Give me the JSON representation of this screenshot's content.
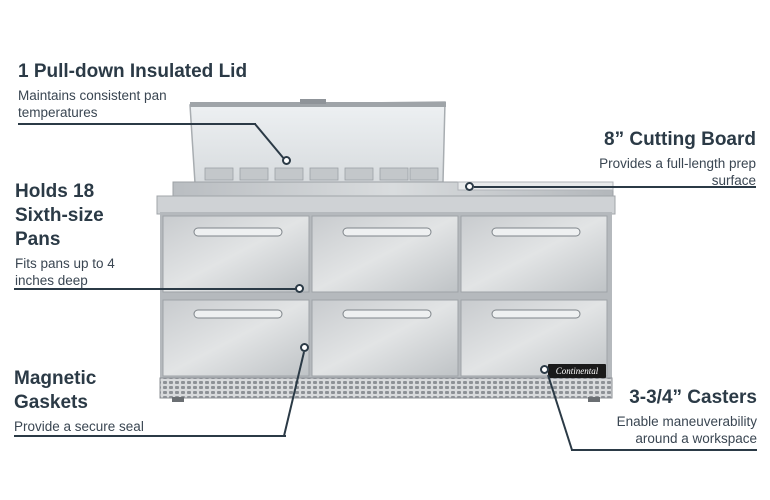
{
  "callouts": {
    "lid": {
      "title": "1 Pull-down Insulated Lid",
      "desc": "Maintains consistent pan temperatures"
    },
    "pans": {
      "title": "Holds 18 Sixth-size Pans",
      "desc": "Fits pans up to 4 inches deep"
    },
    "gaskets": {
      "title": "Magnetic Gaskets",
      "desc": "Provide a secure seal"
    },
    "board": {
      "title": "8” Cutting Board",
      "desc": "Provides a full-length prep surface"
    },
    "casters": {
      "title": "3-3/4” Casters",
      "desc": "Enable maneuverability around a workspace"
    }
  },
  "brand_label": "Continental",
  "colors": {
    "text": "#2b3a46",
    "steel": "#c9cccf",
    "steel_dark": "#9ea3a8"
  },
  "product": {
    "drawer_rows": 2,
    "drawer_columns": 3
  }
}
